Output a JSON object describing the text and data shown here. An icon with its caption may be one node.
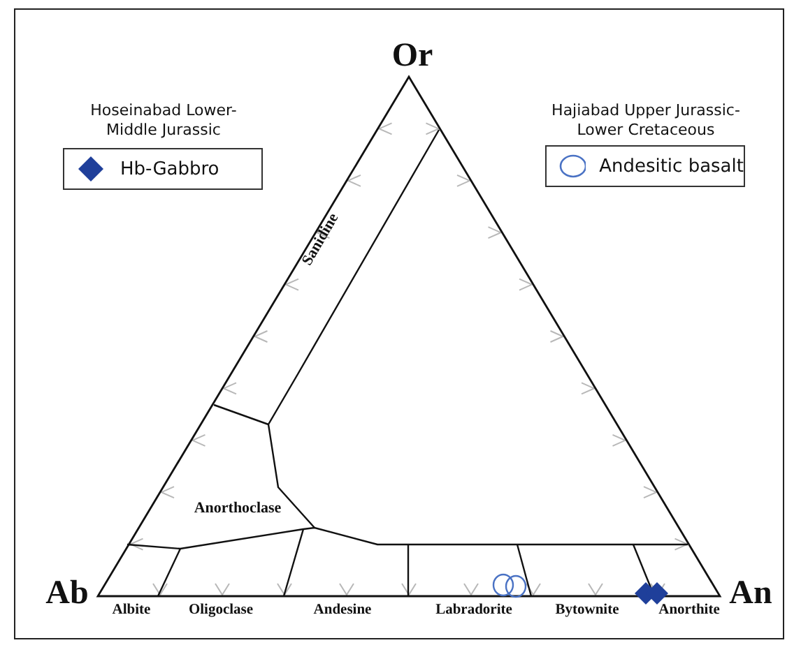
{
  "diagram": {
    "labels": [
      "Or",
      "Hoseinabad Lower-Middle Jurassic",
      "Hajiabad Upper Jurassic-Lower Cretaceous",
      "Sanidine",
      "Anorthoclase",
      "Ab",
      "Albite",
      "Oligoclase",
      "Andesine",
      "Labradorite",
      "Bytownite",
      "Anorthite",
      "An"
    ],
    "legend": [
      {
        "text": "Hb-Gabbro"
      },
      {
        "text": "Andesitic basalt"
      }
    ]
  }
}
